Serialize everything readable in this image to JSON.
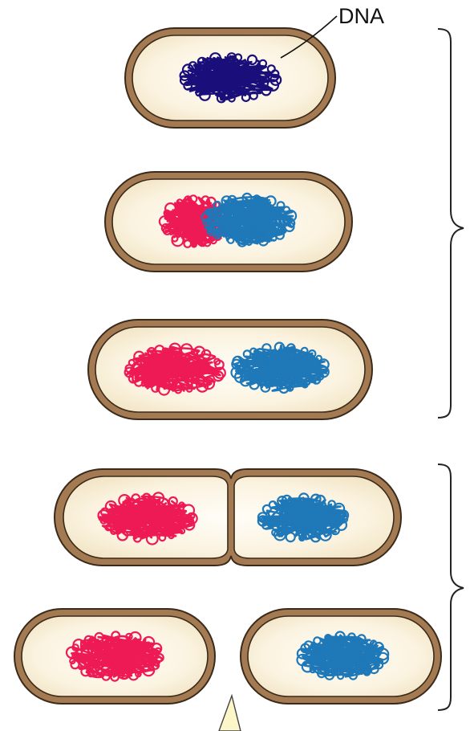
{
  "labels": {
    "dna": "DNA"
  },
  "colors": {
    "cell_wall": "#a47a52",
    "cell_outline": "#3a2a1a",
    "cytoplasm_edge": "#f3e6c8",
    "cytoplasm_center": "#fffdf7",
    "dna_parent": "#1a0f7a",
    "dna_daughter_a": "#ee1a55",
    "dna_daughter_b": "#1f78b8",
    "bracket": "#222222",
    "arrow_fill": "#fdf6c8",
    "arrow_stroke": "#444444"
  },
  "stages": [
    {
      "name": "single-chromosome",
      "dna": [
        "dna_parent"
      ]
    },
    {
      "name": "replication-start",
      "dna": [
        "dna_daughter_a",
        "dna_daughter_b"
      ]
    },
    {
      "name": "replication-complete",
      "dna": [
        "dna_daughter_a",
        "dna_daughter_b"
      ]
    },
    {
      "name": "septum-forming",
      "dna": [
        "dna_daughter_a",
        "dna_daughter_b"
      ]
    },
    {
      "name": "daughter-cells",
      "dna": [
        "dna_daughter_a",
        "dna_daughter_b"
      ]
    }
  ]
}
